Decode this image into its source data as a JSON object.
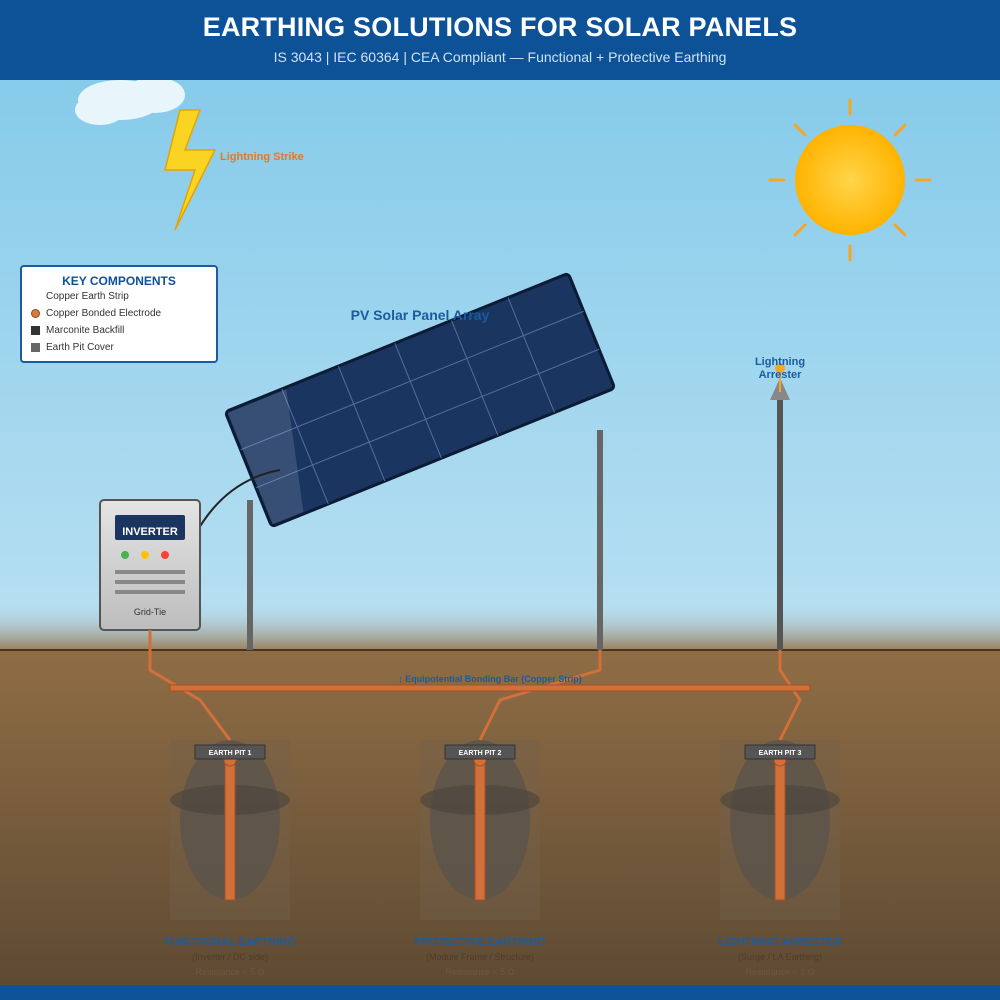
{
  "header": {
    "title": "EARTHING SOLUTIONS FOR SOLAR PANELS",
    "subtitle": "IS 3043 | IEC 60364 | CEA Compliant — Functional + Protective Earthing"
  },
  "scene": {
    "lightning_label": "Lightning Strike",
    "panel_label": "PV Solar Panel Array",
    "arrester_label_line1": "Lightning",
    "arrester_label_line2": "Arrester",
    "inverter_title": "INVERTER",
    "inverter_subtitle": "Grid-Tie",
    "bonding_bar_label": "↕ Equipotential Bonding Bar (Copper Strip)"
  },
  "legend": {
    "title": "KEY COMPONENTS",
    "items": [
      {
        "label": "Copper Earth Strip",
        "symbol": "none"
      },
      {
        "label": "Copper Bonded Electrode",
        "symbol": "circle"
      },
      {
        "label": "Marconite Backfill",
        "symbol": "square-dark"
      },
      {
        "label": "Earth Pit Cover",
        "symbol": "square-gray"
      }
    ]
  },
  "pits": [
    {
      "tag": "EARTH PIT 1",
      "title": "FUNCTIONAL EARTHING",
      "desc": "(Inverter / DC side)",
      "resistance": "Resistance < 5 Ω"
    },
    {
      "tag": "EARTH PIT 2",
      "title": "PROTECTIVE EARTHING",
      "desc": "(Module Frame / Structure)",
      "resistance": "Resistance < 5 Ω"
    },
    {
      "tag": "EARTH PIT 3",
      "title": "LIGHTNING ARRESTER",
      "desc": "(Surge / LA Earthing)",
      "resistance": "Resistance < 1 Ω"
    }
  ],
  "colors": {
    "header_bg": "#0d5196",
    "copper": "#d2703a",
    "sun": "#ffc107",
    "label_blue": "#1a5c9e",
    "lightning_label": "#e87722"
  }
}
